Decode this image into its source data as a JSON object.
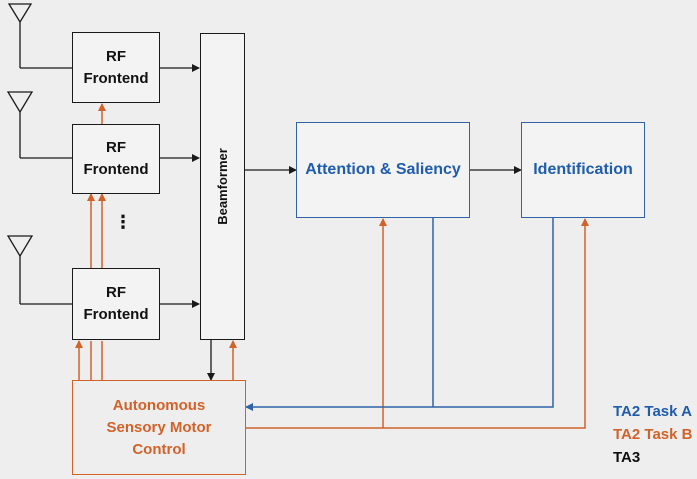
{
  "blocks": {
    "rf_label": "RF",
    "rf_sub": "Frontend",
    "beamformer": "Beamformer",
    "attention": "Attention & Saliency",
    "identification": "Identification",
    "control_line1": "Autonomous",
    "control_line2": "Sensory Motor",
    "control_line3": "Control",
    "ellipsis": "⋮"
  },
  "legend": {
    "task_a": "TA2 Task A",
    "task_b": "TA2 Task B",
    "ta3": "TA3"
  },
  "colors": {
    "blue": "#2f62a8",
    "orange": "#d1622a",
    "black": "#1a1a1a",
    "background": "#eeeeee"
  }
}
